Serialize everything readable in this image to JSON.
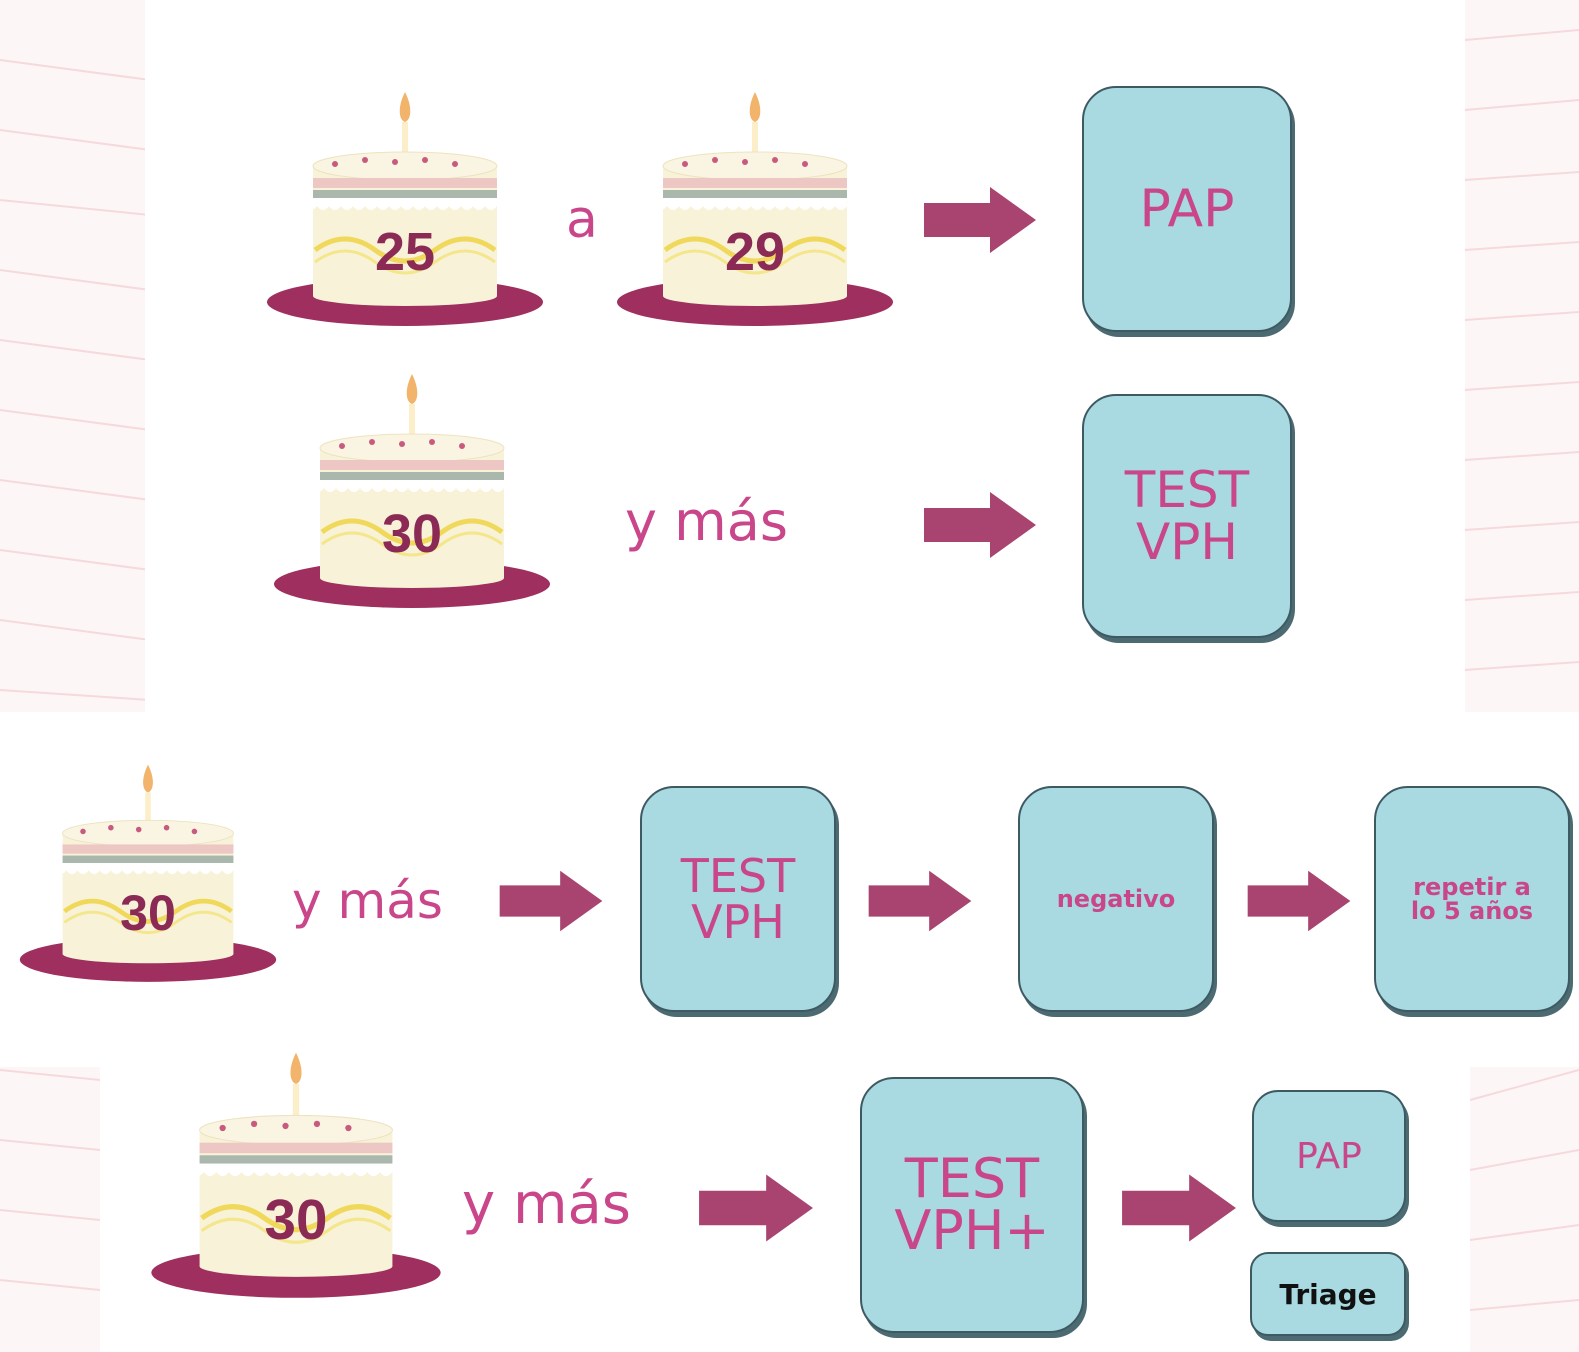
{
  "colors": {
    "accent": "#c9468a",
    "box_fill": "#a9d9e1",
    "arrow": "#a8446f",
    "plate": "#9e2f5e",
    "cake": "#f8f2d8"
  },
  "row1": {
    "cake_start": "25",
    "connector": "a",
    "cake_end": "29",
    "box": "PAP"
  },
  "row2": {
    "cake": "30",
    "suffix": "y más",
    "box_line1": "TEST",
    "box_line2": "VPH"
  },
  "row3": {
    "cake": "30",
    "suffix": "y más",
    "box1_line1": "TEST",
    "box1_line2": "VPH",
    "box2": "negativo",
    "box3_line1": "repetir a",
    "box3_line2": "lo 5 años"
  },
  "row4": {
    "cake": "30",
    "suffix": "y más",
    "box1_line1": "TEST",
    "box1_line2": "VPH+",
    "box2": "PAP",
    "box3": "Triage"
  }
}
